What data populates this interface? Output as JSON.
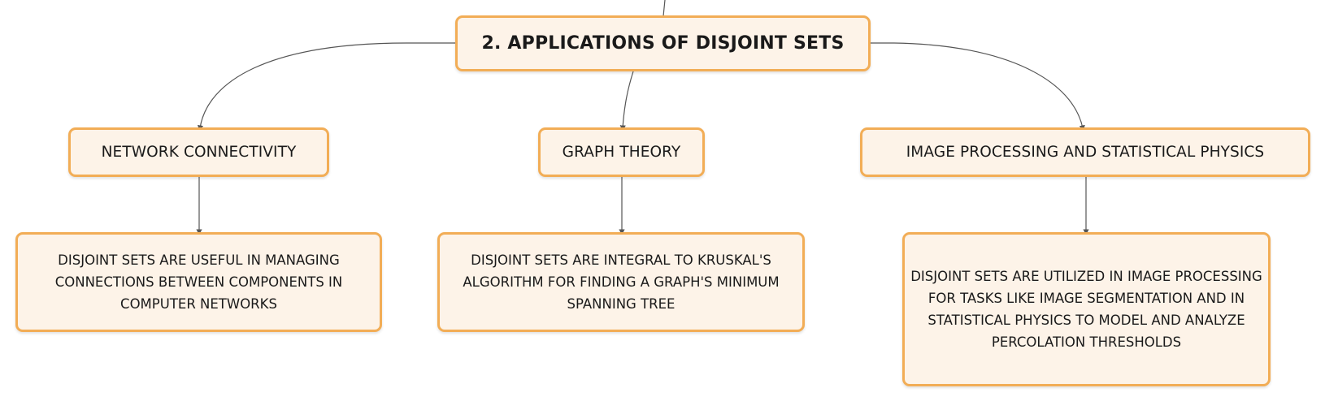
{
  "diagram": {
    "root": {
      "label": "2. APPLICATIONS OF DISJOINT SETS"
    },
    "branches": [
      {
        "label": "NETWORK CONNECTIVITY",
        "detail": "DISJOINT SETS ARE USEFUL IN MANAGING CONNECTIONS BETWEEN COMPONENTS IN COMPUTER NETWORKS"
      },
      {
        "label": "GRAPH THEORY",
        "detail": "DISJOINT SETS ARE INTEGRAL TO KRUSKAL'S ALGORITHM FOR FINDING A GRAPH'S MINIMUM SPANNING TREE"
      },
      {
        "label": "IMAGE PROCESSING AND STATISTICAL PHYSICS",
        "detail": "DISJOINT SETS ARE UTILIZED IN IMAGE PROCESSING FOR TASKS LIKE IMAGE SEGMENTATION AND IN STATISTICAL PHYSICS TO MODEL AND ANALYZE PERCOLATION THRESHOLDS"
      }
    ]
  },
  "colors": {
    "node_fill": "#fdf3e8",
    "node_border": "#f2ad56",
    "connector": "#555555"
  }
}
